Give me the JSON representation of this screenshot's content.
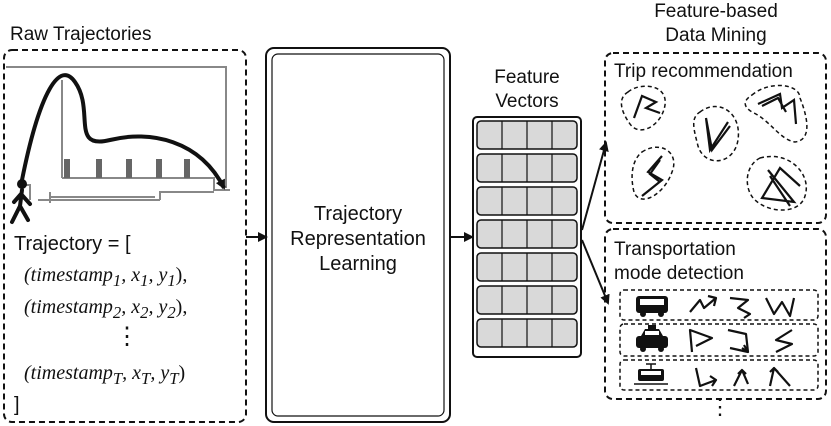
{
  "raw": {
    "title": "Raw Trajectories",
    "traj_open": "Trajectory = [",
    "rows": [
      {
        "name": "timestamp",
        "sub": "1",
        "x": "x",
        "xs": "1",
        "y": "y",
        "ys": "1",
        "tail": "),"
      },
      {
        "name": "timestamp",
        "sub": "2",
        "x": "x",
        "xs": "2",
        "y": "y",
        "ys": "2",
        "tail": "),"
      },
      {
        "name": "timestamp",
        "sub": "T",
        "x": "x",
        "xs": "T",
        "y": "y",
        "ys": "T",
        "tail": ")"
      }
    ],
    "vdots": "⋮",
    "traj_close": "]"
  },
  "learning": {
    "line1": "Trajectory",
    "line2": "Representation",
    "line3": "Learning"
  },
  "vectors": {
    "line1": "Feature",
    "line2": "Vectors"
  },
  "mining": {
    "line1": "Feature-based",
    "line2": "Data Mining",
    "trip": "Trip recommendation",
    "transport1": "Transportation",
    "transport2": "mode detection",
    "more": "⋮"
  },
  "icons": [
    "walker-icon",
    "bus-icon",
    "taxi-icon",
    "tram-icon"
  ]
}
